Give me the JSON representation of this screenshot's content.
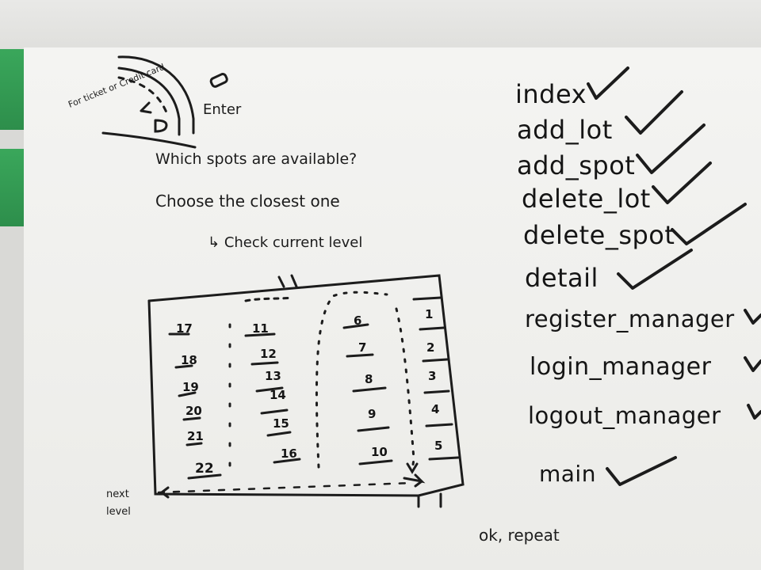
{
  "whiteboard": {
    "top_left": {
      "enter": "Enter",
      "booth_label": "D",
      "booth_note": "For ticket or Credit card"
    },
    "questions": {
      "q1": "Which spots are available?",
      "q2": "Choose the closest one",
      "q3": "Check current level"
    },
    "lot": {
      "column_a": [
        "17",
        "18",
        "19",
        "20",
        "21",
        "22"
      ],
      "column_b": [
        "11",
        "12",
        "13",
        "14",
        "15",
        "16"
      ],
      "column_c": [
        "6",
        "7",
        "8",
        "9",
        "10"
      ],
      "column_d": [
        "1",
        "2",
        "3",
        "4",
        "5"
      ],
      "next_level": "next level"
    },
    "checklist": [
      {
        "label": "index",
        "checked": true
      },
      {
        "label": "add_lot",
        "checked": true
      },
      {
        "label": "add_spot",
        "checked": true
      },
      {
        "label": "delete_lot",
        "checked": true
      },
      {
        "label": "delete_spot",
        "checked": true
      },
      {
        "label": "detail",
        "checked": true
      },
      {
        "label": "register_manager",
        "checked": true
      },
      {
        "label": "login_manager",
        "checked": true
      },
      {
        "label": "logout_manager",
        "checked": true
      },
      {
        "label": "main",
        "checked": true
      }
    ],
    "footer_note": "ok, repeat",
    "colors": {
      "marker": "#1c1c1c",
      "board": "#f1f1ef",
      "tag_green": "#36a055"
    }
  }
}
